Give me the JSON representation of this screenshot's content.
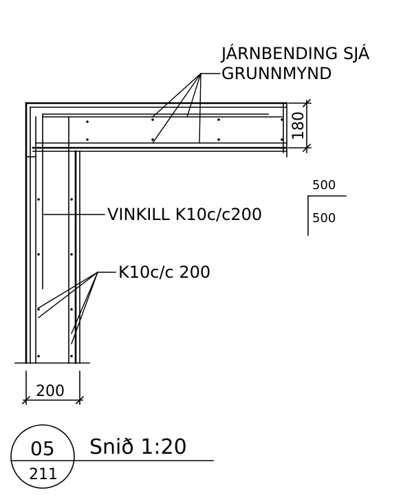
{
  "labels": {
    "reinforcement_note_line1": "JÁRNBENDING SJÁ",
    "reinforcement_note_line2": "GRUNNMYND",
    "slab_thickness": "180",
    "angle_bar_label": "VINKILL K10c/c200",
    "fraction_top": "500",
    "fraction_bottom": "500",
    "wall_bars_label": "K10c/c 200",
    "wall_thickness": "200"
  },
  "title_block": {
    "detail_number": "05",
    "sheet_number": "211",
    "title": "Snið 1:20"
  }
}
